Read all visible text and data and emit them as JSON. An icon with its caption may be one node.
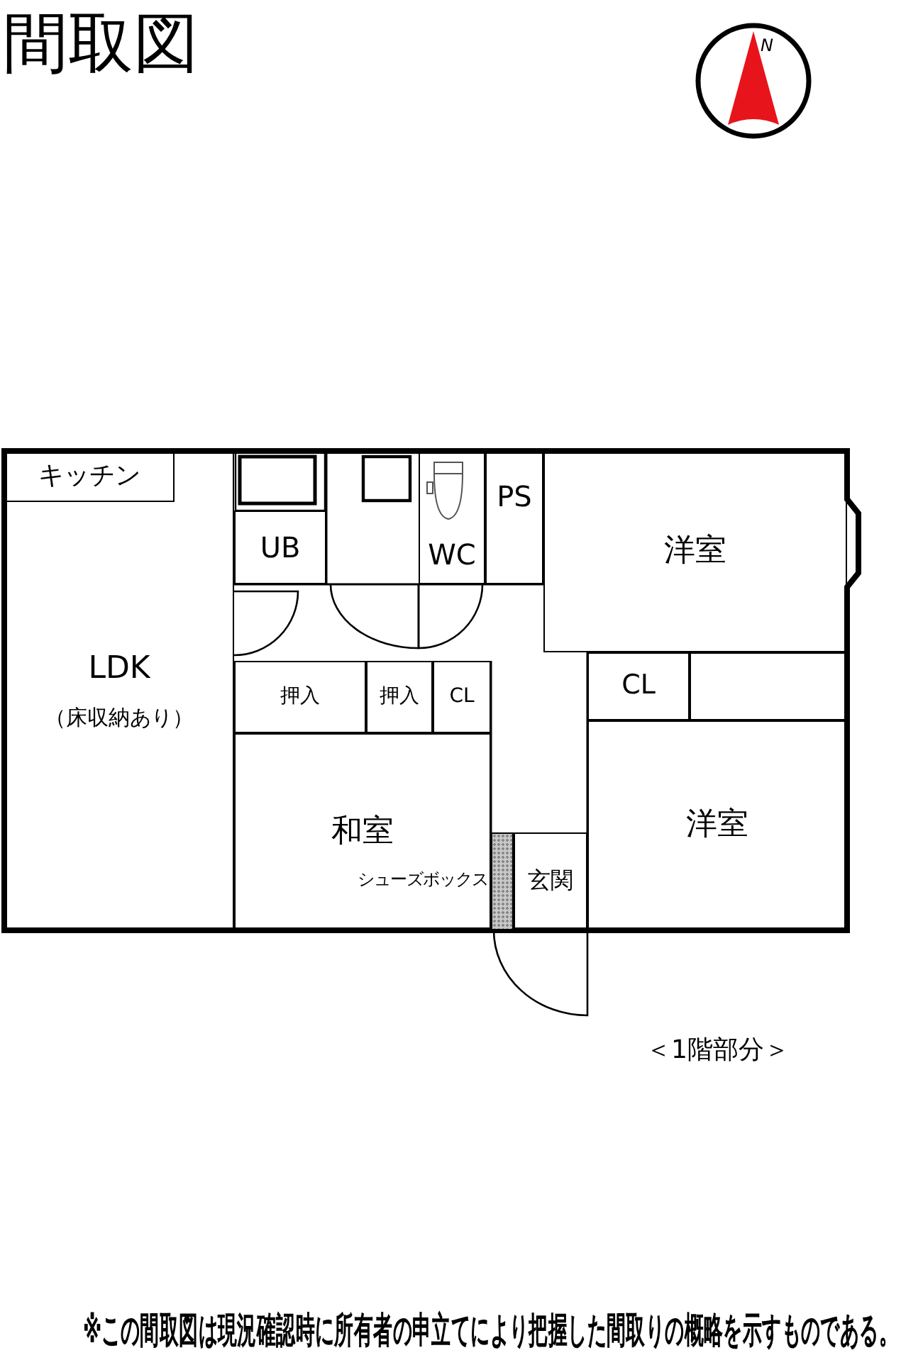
{
  "diagram": {
    "title": "間取図",
    "caption": "※この間取図は現況確認時に所有者の申立てにより把握した間取りの概略を示すものである。",
    "nodes": [
      {
        "text": [
          "LDK",
          "（床収納あり）"
        ]
      },
      {
        "text": [
          "キッチン"
        ],
        "in": 0
      },
      {
        "text": [
          "UB"
        ]
      },
      {
        "text": [
          "WC"
        ]
      },
      {
        "text": [
          "PS"
        ]
      },
      {
        "text": [
          "洋室"
        ]
      },
      {
        "text": [
          "押入"
        ]
      },
      {
        "text": [
          "押入"
        ]
      },
      {
        "text": [
          "CL"
        ]
      },
      {
        "text": [
          "CL"
        ]
      },
      {
        "text": [],
        "shape": "box"
      },
      {
        "text": [
          "和室"
        ]
      },
      {
        "text": [],
        "shape": "box",
        "beside": [
          "シューズボックス"
        ]
      },
      {
        "text": [
          "玄関"
        ]
      },
      {
        "text": [
          "洋室"
        ]
      }
    ],
    "labels": [
      "N",
      "＜1階部分＞"
    ]
  }
}
